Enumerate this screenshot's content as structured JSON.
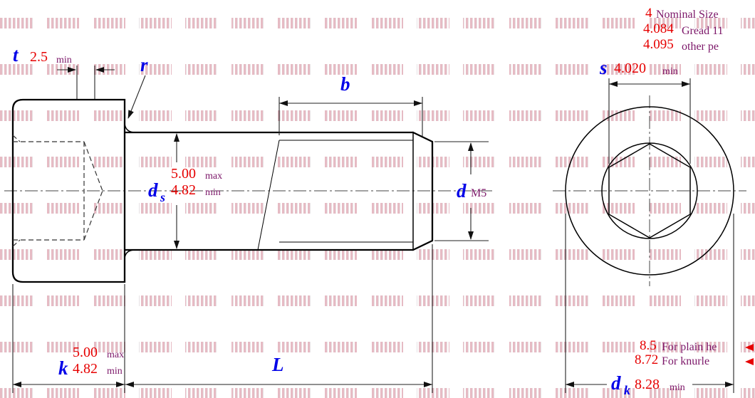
{
  "colors": {
    "label_blue": "#0202e8",
    "value_red": "#e60000",
    "note_purple": "#7c1769",
    "line_black": "#000000",
    "watermark_pink": "#cd788a"
  },
  "side_view": {
    "t": {
      "label": "t",
      "value": "2.5",
      "unit": "min"
    },
    "r": {
      "label": "r"
    },
    "b": {
      "label": "b"
    },
    "ds": {
      "label": "d",
      "sub": "s",
      "max_value": "5.00",
      "max_label": "max",
      "min_value": "4.82",
      "min_label": "min"
    },
    "d": {
      "label": "d",
      "value": "M5"
    },
    "k": {
      "label": "k",
      "max_value": "5.00",
      "max_label": "max",
      "min_value": "4.82",
      "min_label": "min"
    },
    "L": {
      "label": "L"
    }
  },
  "end_view": {
    "socket": {
      "nominal_value": "4",
      "nominal_label": "Nominal Size",
      "grade_value": "4.084",
      "grade_label": "Gread 11",
      "other_value": "4.095",
      "other_label": "other pe",
      "s_label": "s",
      "s_value": "4.020",
      "s_min": "min"
    },
    "head": {
      "plain_value": "8.5",
      "plain_label": "For plain he",
      "knurl_value": "8.72",
      "knurl_label": "For knurle",
      "dk_label": "d",
      "dk_sub": "k",
      "dk_value": "8.28",
      "dk_min": "min"
    }
  }
}
